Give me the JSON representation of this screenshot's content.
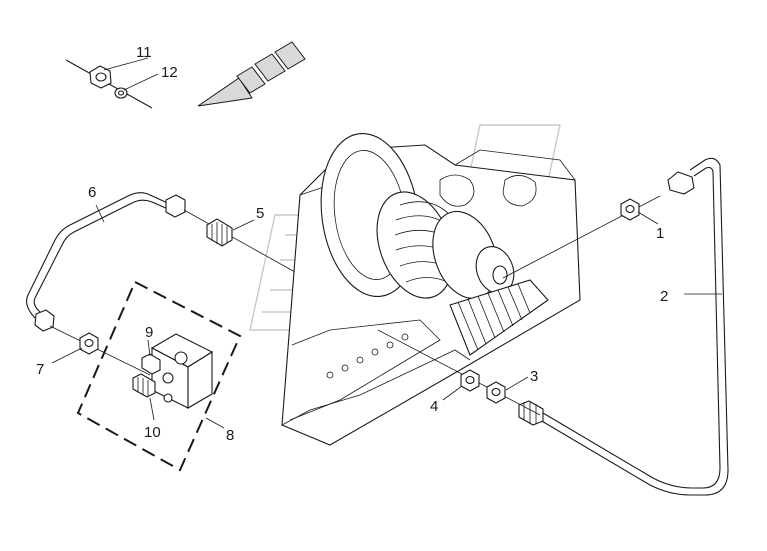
{
  "callouts": [
    {
      "id": "1",
      "text": "1"
    },
    {
      "id": "2",
      "text": "2"
    },
    {
      "id": "3",
      "text": "3"
    },
    {
      "id": "4",
      "text": "4"
    },
    {
      "id": "5",
      "text": "5"
    },
    {
      "id": "6",
      "text": "6"
    },
    {
      "id": "7",
      "text": "7"
    },
    {
      "id": "8",
      "text": "8"
    },
    {
      "id": "9",
      "text": "9"
    },
    {
      "id": "10",
      "text": "10"
    },
    {
      "id": "11",
      "text": "11"
    },
    {
      "id": "12",
      "text": "12"
    }
  ],
  "colors": {
    "ink": "#1a1a1a",
    "shade": "#d9d9d9",
    "watermark": "#c9c9c9",
    "background": "#ffffff"
  },
  "icons": {
    "direction_arrow": "arrow-down-left-icon"
  }
}
